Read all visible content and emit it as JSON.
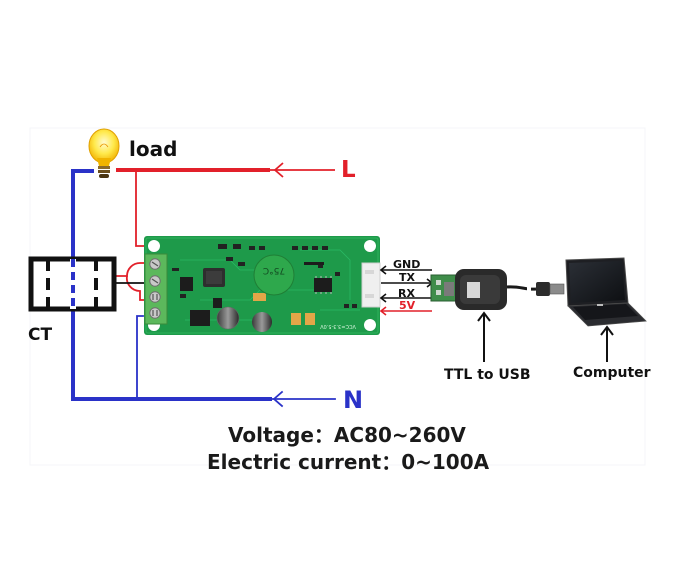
{
  "diagram": {
    "labels": {
      "load": "load",
      "line": "L",
      "neutral": "N",
      "current_transformer": "CT"
    },
    "connector_pins": [
      {
        "name": "GND",
        "color": "#111111"
      },
      {
        "name": "TX",
        "color": "#111111"
      },
      {
        "name": "RX",
        "color": "#111111"
      },
      {
        "name": "5V",
        "color": "#e2202a"
      }
    ],
    "devices": {
      "adapter": "TTL to USB",
      "computer": "Computer"
    },
    "specs": {
      "voltage": "Voltage：AC80~260V",
      "current": "Electric current：0~100A"
    },
    "pcb": {
      "sensor_marking": "75°C",
      "board_marking": "VCC=3.3-5.0V"
    },
    "colors": {
      "live_wire": "#e2202a",
      "neutral_wire": "#2a32c8",
      "pcb": "#1e9a4a",
      "terminal_block": "#5cb85c",
      "background": "#ffffff"
    }
  }
}
